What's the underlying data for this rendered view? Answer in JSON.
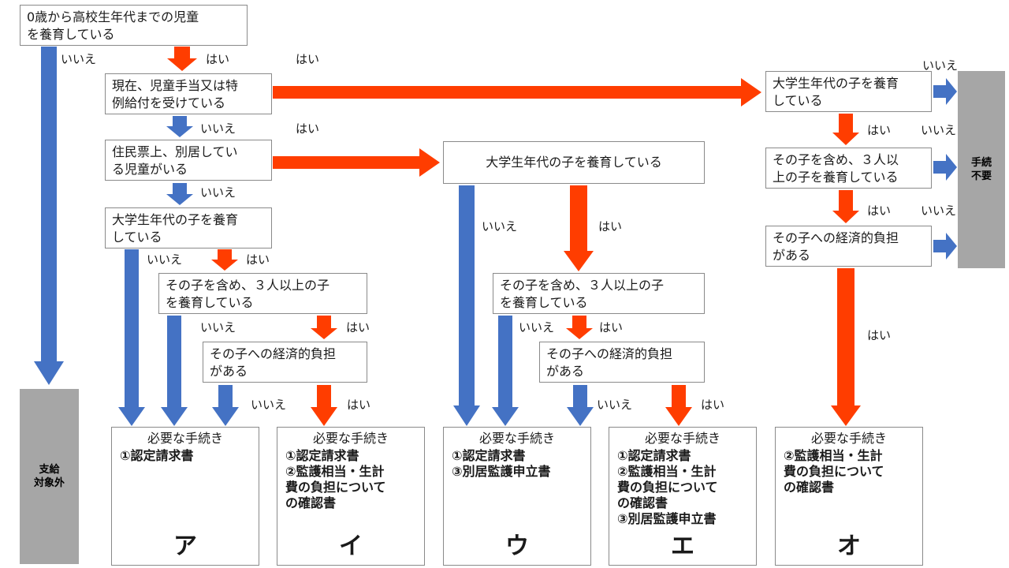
{
  "colors": {
    "blue": "#4472c4",
    "red": "#ff3d00",
    "grey": "#a6a6a6",
    "border": "#8a8a8a"
  },
  "questions": {
    "q_age": "0歳から高校生年代までの児童\nを養育している",
    "q_allowance": "現在、児童手当又は特\n例給付を受けている",
    "q_separate": "住民票上、別居してい\nる児童がいる",
    "q_univ_a": "大学生年代の子を養育\nしている",
    "q_three_a": "その子を含め、３人以上の子\nを養育している",
    "q_burden_a": "その子への経済的負担\nがある",
    "q_univ_b": "大学生年代の子を養育している",
    "q_three_b": "その子を含め、３人以上の子\nを養育している",
    "q_burden_b": "その子への経済的負担\nがある",
    "q_univ_c": "大学生年代の子を養育\nしている",
    "q_three_c": "その子を含め、３人以\n上の子を養育している",
    "q_burden_c": "その子への経済的負担\nがある"
  },
  "labels": {
    "yes": "はい",
    "no": "いいえ"
  },
  "side_boxes": {
    "not_eligible": "支給\n対象外",
    "no_procedure": "手続\n不要"
  },
  "results": [
    {
      "title": "必要な手続き",
      "items": [
        "①認定請求書"
      ],
      "letter": "ア"
    },
    {
      "title": "必要な手続き",
      "items": [
        "①認定請求書",
        "②監護相当・生計\n費の負担について\nの確認書"
      ],
      "letter": "イ"
    },
    {
      "title": "必要な手続き",
      "items": [
        "①認定請求書",
        "③別居監護申立書"
      ],
      "letter": "ウ"
    },
    {
      "title": "必要な手続き",
      "items": [
        "①認定請求書",
        "②監護相当・生計\n費の負担について\nの確認書",
        "③別居監護申立書"
      ],
      "letter": "エ"
    },
    {
      "title": "必要な手続き",
      "items": [
        "②監護相当・生計\n費の負担について\nの確認書"
      ],
      "letter": "オ"
    }
  ]
}
